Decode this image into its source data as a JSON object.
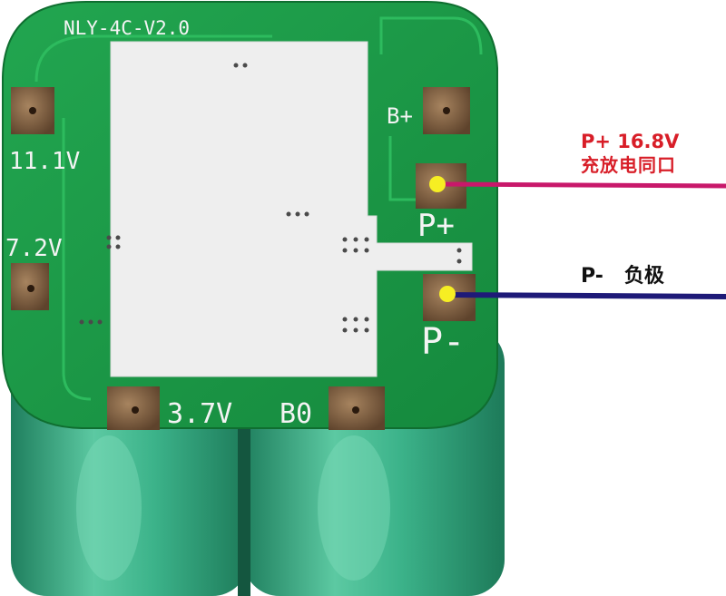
{
  "board": {
    "model": "NLY-4C-V2.0",
    "pad_b_plus": "B+",
    "pad_p_plus": "P+",
    "pad_p_minus": "P-",
    "pad_11v": "11.1V",
    "pad_7v": "7.2V",
    "pad_3v": "3.7V",
    "pad_b0": "B0"
  },
  "annotations": {
    "positive_line1": "P+ 16.8V",
    "positive_line2": "充放电同口",
    "negative": "P-   负极"
  },
  "colors": {
    "pcb_green": "#1b9a48",
    "battery_teal": "#35b08a",
    "pad_metal": "#7a5a3c",
    "dot_yellow": "#f6ee23",
    "wire_positive": "#c8186a",
    "wire_negative": "#1e1a78",
    "label_red": "#d81e28"
  }
}
